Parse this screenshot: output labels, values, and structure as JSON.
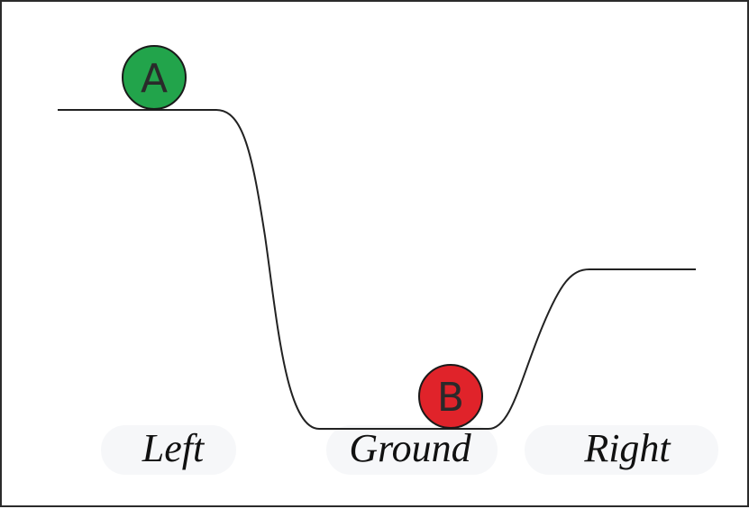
{
  "diagram": {
    "balls": [
      {
        "label": "A",
        "color": "#22a44b"
      },
      {
        "label": "B",
        "color": "#e0232a"
      }
    ],
    "regions": {
      "left": "Left",
      "ground": "Ground",
      "right": "Right"
    },
    "colors": {
      "frame": "#2b2b2b",
      "track": "#222222"
    }
  }
}
